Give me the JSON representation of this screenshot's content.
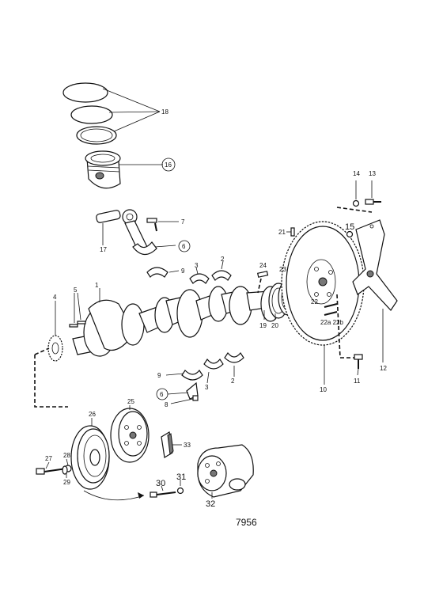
{
  "labels": {
    "p1": "1",
    "p2a": "2",
    "p2b": "2",
    "p3a": "3",
    "p3b": "3",
    "p4": "4",
    "p5": "5",
    "p6a": "6",
    "p6b": "6",
    "p7": "7",
    "p8": "8",
    "p9a": "9",
    "p9b": "9",
    "p10": "10",
    "p11": "11",
    "p12": "12",
    "p13": "13",
    "p14": "14",
    "p15": "15",
    "p16": "16",
    "p17": "17",
    "p18": "18",
    "p19": "19",
    "p20": "20",
    "p21": "21",
    "p22": "22",
    "p22ab": "22a 22b",
    "p23": "23",
    "p24": "24",
    "p25": "25",
    "p26": "26",
    "p27": "27",
    "p28": "28",
    "p29": "29",
    "p30": "30",
    "p31": "31",
    "p32": "32",
    "p33": "33"
  },
  "figure_number": "7956"
}
